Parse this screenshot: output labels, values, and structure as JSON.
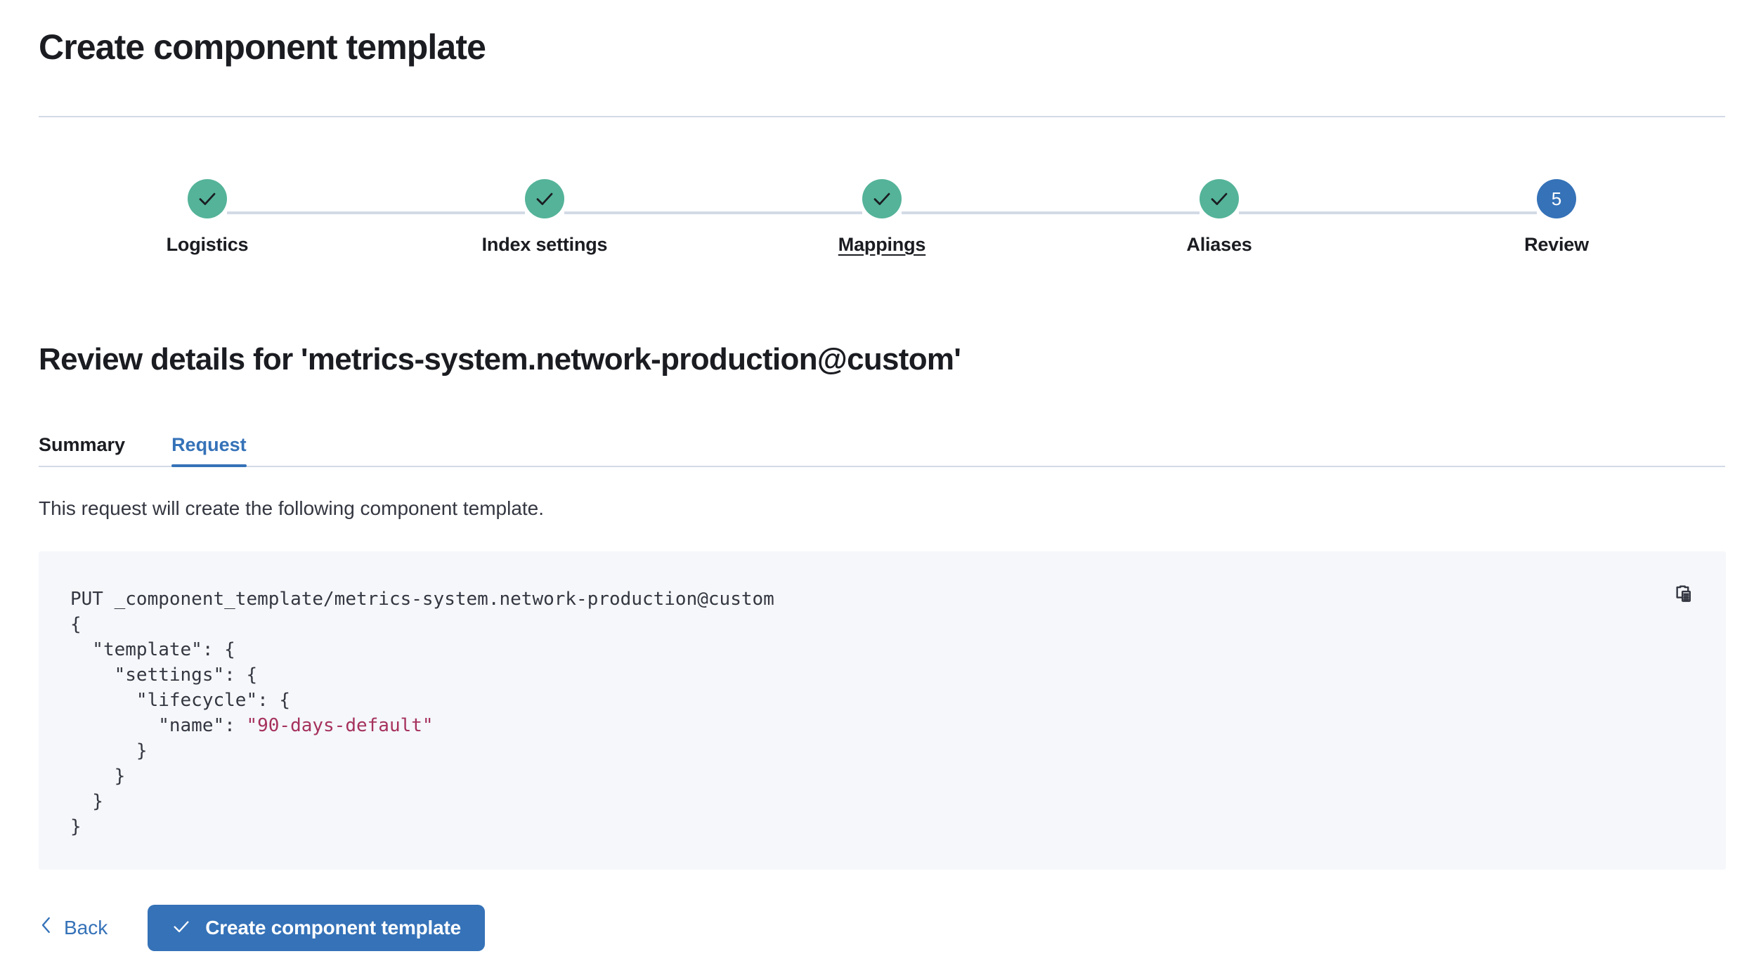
{
  "header": {
    "title": "Create component template"
  },
  "stepper": {
    "steps": [
      {
        "label": "Logistics",
        "state": "complete",
        "number": "1",
        "icon": "check-icon",
        "hovered": false
      },
      {
        "label": "Index settings",
        "state": "complete",
        "number": "2",
        "icon": "check-icon",
        "hovered": false
      },
      {
        "label": "Mappings",
        "state": "complete",
        "number": "3",
        "icon": "check-icon",
        "hovered": true
      },
      {
        "label": "Aliases",
        "state": "complete",
        "number": "4",
        "icon": "check-icon",
        "hovered": false
      },
      {
        "label": "Review",
        "state": "current",
        "number": "5",
        "icon": "step-number",
        "hovered": false
      }
    ],
    "colors": {
      "complete": "#54B399",
      "current": "#3572B8",
      "connector": "#D3DAE6"
    }
  },
  "review": {
    "heading": "Review details for 'metrics-system.network-production@custom'",
    "template_name": "metrics-system.network-production@custom"
  },
  "tabs": [
    {
      "label": "Summary",
      "active": false
    },
    {
      "label": "Request",
      "active": true
    }
  ],
  "request": {
    "description": "This request will create the following component template.",
    "copy_icon": "copy-clipboard-icon",
    "code": {
      "method": "PUT",
      "endpoint": "_component_template/metrics-system.network-production@custom",
      "line_1": "PUT _component_template/metrics-system.network-production@custom",
      "line_2": "{",
      "line_3": "  \"template\": {",
      "line_4": "    \"settings\": {",
      "line_5": "      \"lifecycle\": {",
      "line_6_key": "        \"name\": ",
      "line_6_value": "\"90-days-default\"",
      "line_7": "      }",
      "line_8": "    }",
      "line_9": "  }",
      "line_10": "}",
      "string_color": "#A6325C",
      "background": "#F5F7FA"
    }
  },
  "footer": {
    "back_label": "Back",
    "back_icon": "chevron-left-icon",
    "submit_label": "Create component template",
    "submit_icon": "check-icon",
    "submit_color": "#3572B8"
  }
}
